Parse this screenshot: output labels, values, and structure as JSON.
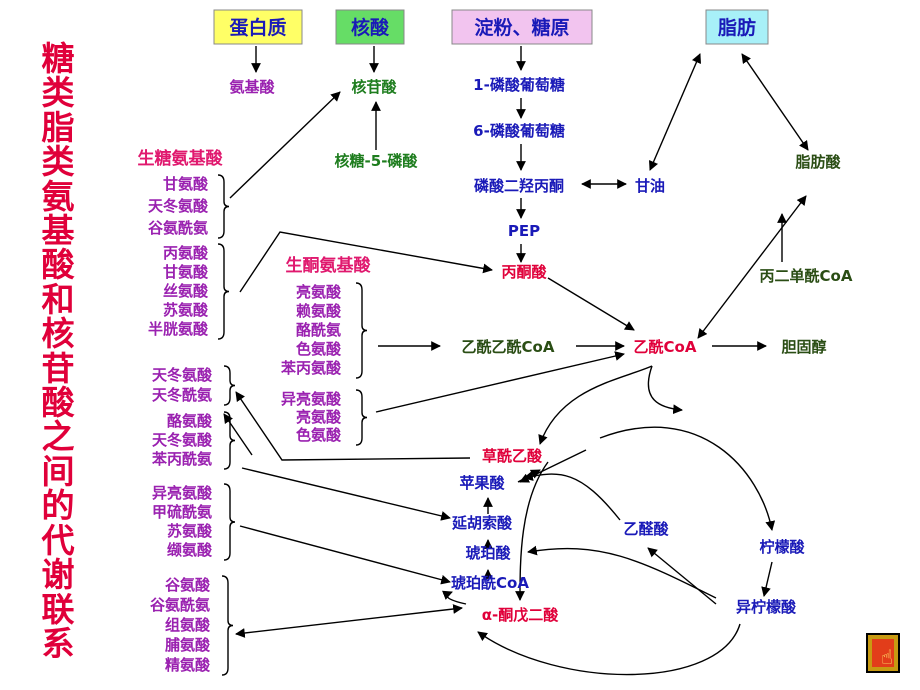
{
  "title": "糖类脂类氨基酸和核苷酸之间的代谢联系",
  "colors": {
    "title": "#e0003a",
    "blue": "#1a1ab8",
    "green": "#1e7d1e",
    "red": "#e0003a",
    "purple": "#9a21b0",
    "darkgreen": "#2a4d14",
    "pink": "#e0186e",
    "box_yellow": "#ffff66",
    "box_green": "#66dd66",
    "box_pink": "#f2c4ef",
    "box_cyan": "#a8f0f8"
  },
  "top_boxes": {
    "protein": "蛋白质",
    "nucleic_acid": "核酸",
    "starch_glycogen": "淀粉、糖原",
    "fat": "脂肪"
  },
  "metabolites": {
    "amino_acid": "氨基酸",
    "nucleotide": "核苷酸",
    "ribose_5p": "核糖-5-磷酸",
    "g1p": "1-磷酸葡萄糖",
    "g6p": "6-磷酸葡萄糖",
    "dhap": "磷酸二羟丙酮",
    "glycerol": "甘油",
    "fatty_acid": "脂肪酸",
    "pep": "PEP",
    "pyruvate": "丙酮酸",
    "malonyl_coa": "丙二单酰CoA",
    "acetoacetyl_coa": "乙酰乙酰CoA",
    "acetyl_coa": "乙酰CoA",
    "cholesterol": "胆固醇",
    "oxaloacetate": "草酰乙酸",
    "malate": "苹果酸",
    "fumarate": "延胡索酸",
    "glyoxylate": "乙醛酸",
    "citrate": "柠檬酸",
    "succinate": "琥珀酸",
    "succinyl_coa": "琥珀酰CoA",
    "isocitrate": "异柠檬酸",
    "akg": "α-酮戊二酸"
  },
  "glucogenic_label": "生糖氨基酸",
  "ketogenic_label": "生酮氨基酸",
  "amino_groups": {
    "gluco_a": [
      "甘氨酸",
      "天冬氨酸",
      "谷氨酰氨"
    ],
    "gluco_b": [
      "丙氨酸",
      "甘氨酸",
      "丝氨酸",
      "苏氨酸",
      "半胱氨酸"
    ],
    "keto_a": [
      "亮氨酸",
      "赖氨酸",
      "酪酰氨",
      "色氨酸",
      "苯丙氨酸"
    ],
    "keto_b": [
      "异亮氨酸",
      "亮氨酸",
      "色氨酸"
    ],
    "oaa_group": [
      "天冬氨酸",
      "天冬酰氨"
    ],
    "fum_group": [
      "酪氨酸",
      "天冬氨酸",
      "苯丙酰氨"
    ],
    "succ_group": [
      "异亮氨酸",
      "甲硫酰氨",
      "苏氨酸",
      "缬氨酸"
    ],
    "akg_group": [
      "谷氨酸",
      "谷氨酰氨",
      "组氨酸",
      "脯氨酸",
      "精氨酸"
    ]
  }
}
